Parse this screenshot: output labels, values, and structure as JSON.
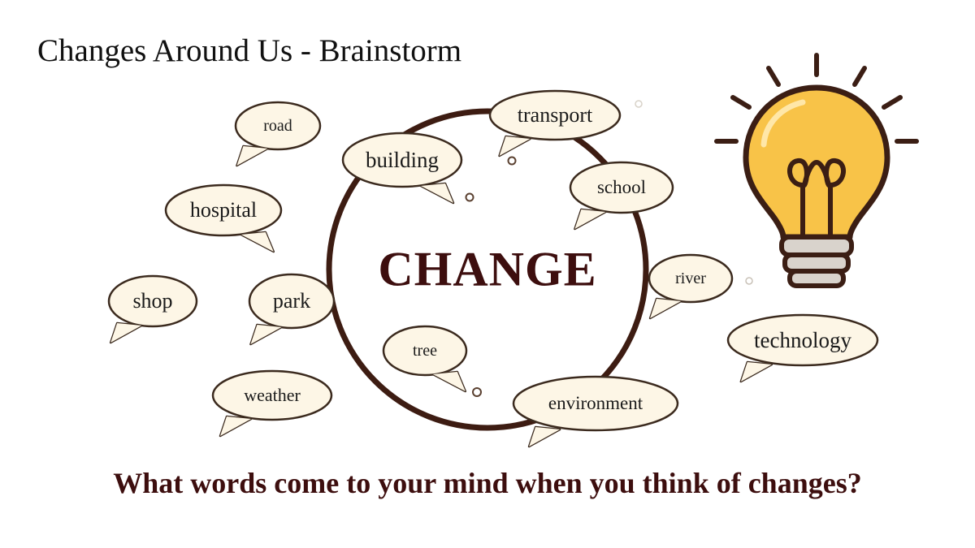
{
  "title": "Changes Around Us - Brainstorm",
  "center_word": "CHANGE",
  "question": "What words come to your mind when you think of changes?",
  "words": [
    "road",
    "hospital",
    "shop",
    "park",
    "weather",
    "building",
    "transport",
    "school",
    "river",
    "technology",
    "tree",
    "environment"
  ],
  "icons": {
    "lightbulb": "lightbulb-icon"
  },
  "colors": {
    "ring": "#3d1c12",
    "bubble_fill": "#fdf6e6",
    "bubble_stroke": "#3b2a1e",
    "bulb_fill": "#f8c348",
    "bulb_stroke": "#3b1e14",
    "text_accent": "#3d0e0e"
  }
}
